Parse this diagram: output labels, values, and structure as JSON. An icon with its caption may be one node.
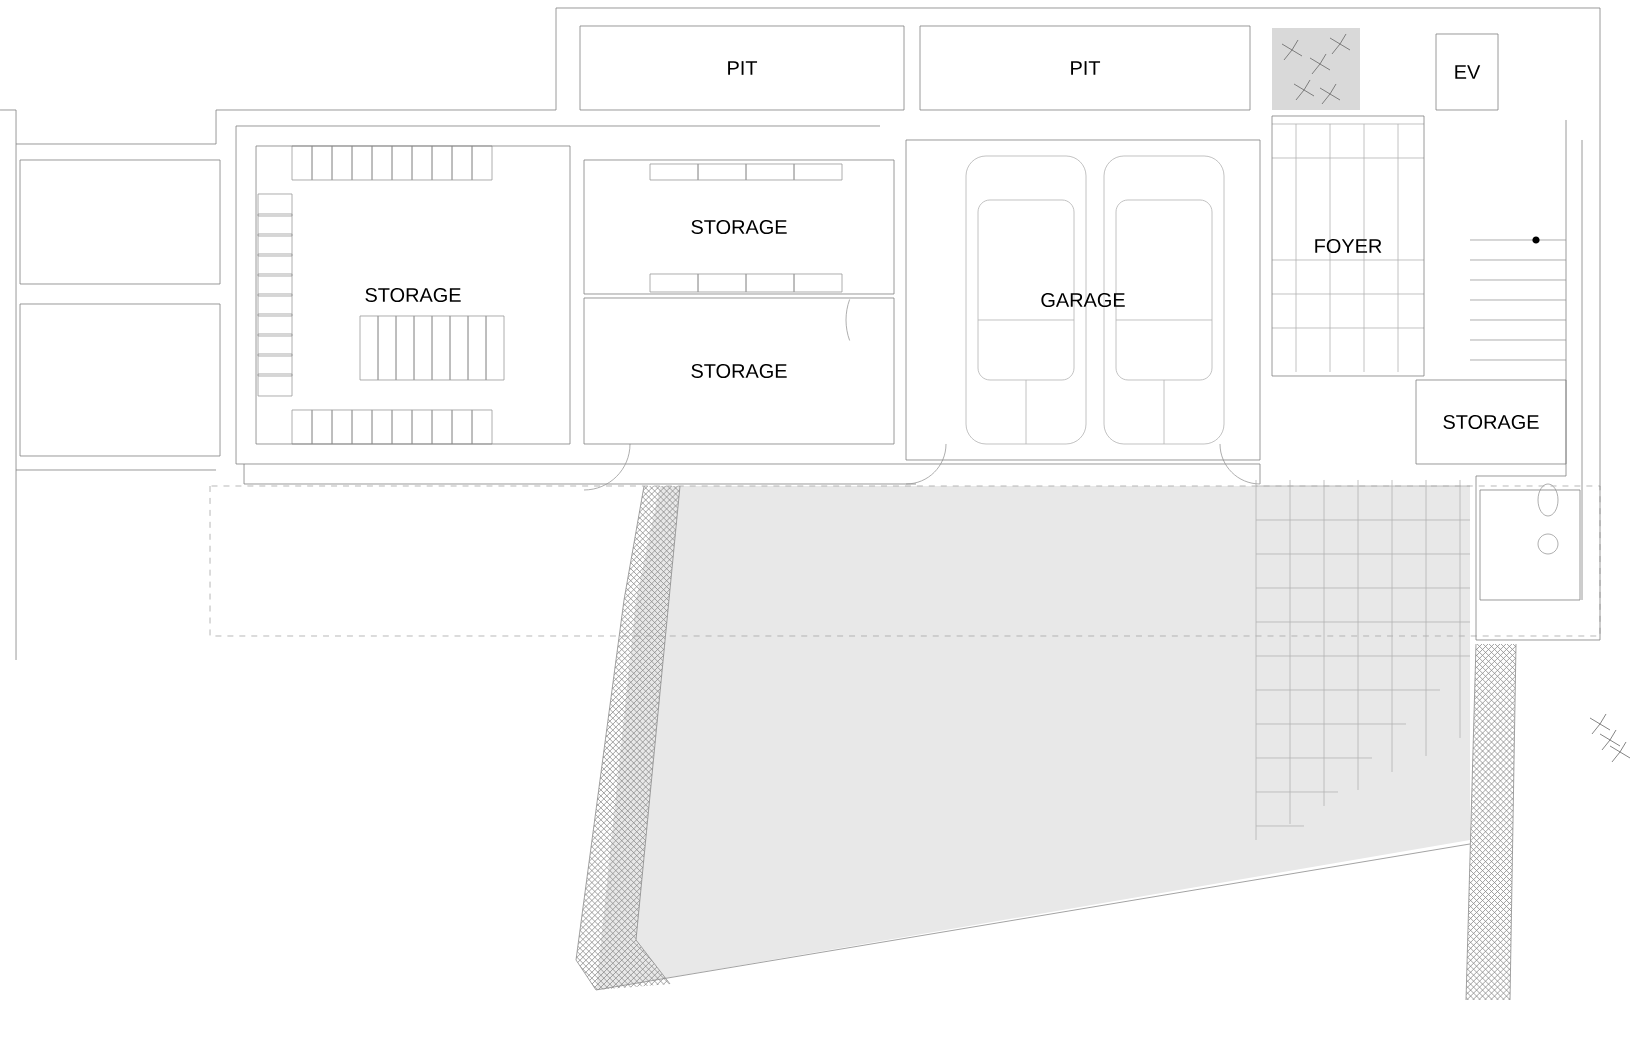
{
  "diagram": {
    "nodes": [
      {
        "text": [],
        "shape": "box"
      },
      {
        "text": [],
        "shape": "box"
      },
      {
        "text": [
          "PIT"
        ]
      },
      {
        "text": [
          "PIT"
        ]
      },
      {
        "text": [
          "EV"
        ]
      },
      {
        "text": [
          "STORAGE"
        ]
      },
      {
        "text": [
          "STORAGE"
        ]
      },
      {
        "text": [
          "STORAGE"
        ]
      },
      {
        "text": [
          "GARAGE"
        ]
      },
      {
        "text": [
          "FOYER"
        ]
      },
      {
        "text": [
          "STORAGE"
        ]
      }
    ]
  }
}
